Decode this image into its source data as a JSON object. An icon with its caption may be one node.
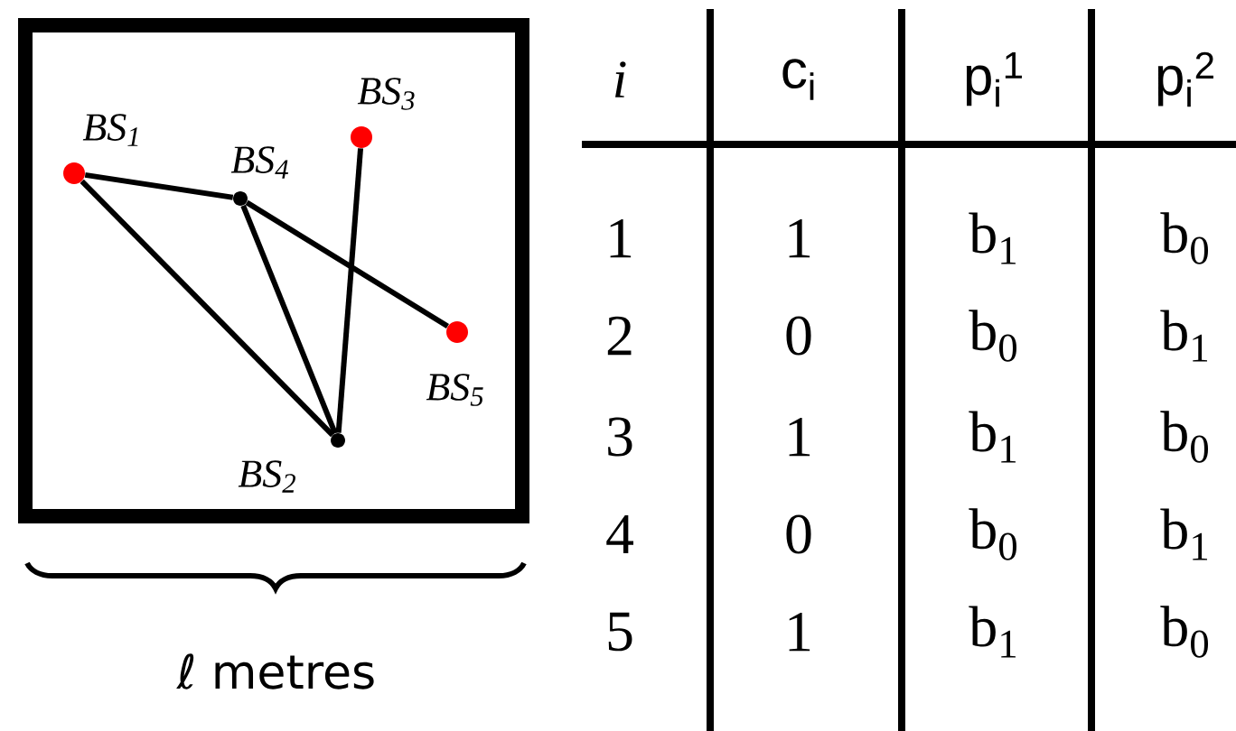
{
  "diagram": {
    "nodes": [
      {
        "text": [],
        "shape": "box"
      },
      {
        "text": [],
        "shape": "circle",
        "in": 0,
        "beside": [
          "BS$_{1}$"
        ]
      },
      {
        "text": [],
        "shape": "circle",
        "in": 0,
        "beside": [
          "BS$_{2}$"
        ]
      },
      {
        "text": [],
        "shape": "circle",
        "in": 0,
        "beside": [
          "BS$_{3}$"
        ]
      },
      {
        "text": [],
        "shape": "circle",
        "in": 0,
        "beside": [
          "BS$_{4}$"
        ]
      },
      {
        "text": [],
        "shape": "circle",
        "in": 0,
        "beside": [
          "BS$_{5}$"
        ]
      }
    ],
    "edges": [
      {
        "from": 1,
        "to": 4,
        "arrow": "none"
      },
      {
        "from": 1,
        "to": 2,
        "arrow": "none"
      },
      {
        "from": 4,
        "to": 2,
        "arrow": "none"
      },
      {
        "from": 4,
        "to": 5,
        "arrow": "none"
      },
      {
        "from": 3,
        "to": 2,
        "arrow": "none"
      }
    ],
    "labels": [
      "ℓ metres",
      "i",
      "c$_{i}$",
      "p$_{i}$$^{1}$",
      "p$_{i}$$^{2}$",
      "1",
      "1",
      "b$_{1}$",
      "b$_{0}$",
      "2",
      "0",
      "b$_{0}$",
      "b$_{1}$",
      "3",
      "1",
      "b$_{1}$",
      "b$_{0}$",
      "4",
      "0",
      "b$_{0}$",
      "b$_{1}$",
      "5",
      "1",
      "b$_{1}$",
      "b$_{0}$"
    ]
  }
}
